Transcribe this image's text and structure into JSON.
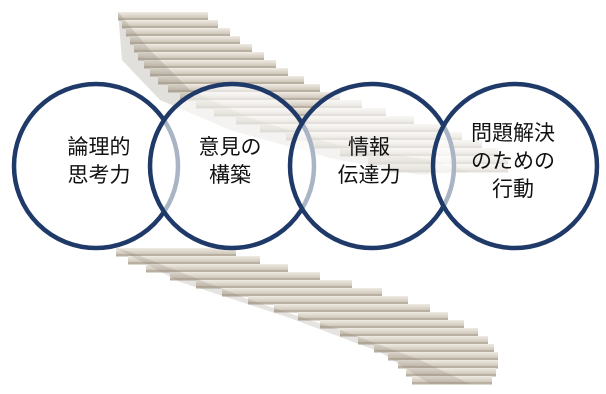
{
  "diagram": {
    "circles": [
      {
        "label": "論理的\n思考力"
      },
      {
        "label": "意見の\n構築"
      },
      {
        "label": "情報\n伝達力"
      },
      {
        "label": "問題解決\nのための\n行動"
      }
    ]
  },
  "colors": {
    "circle_stroke": "#1f3a68",
    "step_top": "#e9e4db",
    "step_front": "#b9b0a2",
    "step_shadow": "#8d8475"
  }
}
